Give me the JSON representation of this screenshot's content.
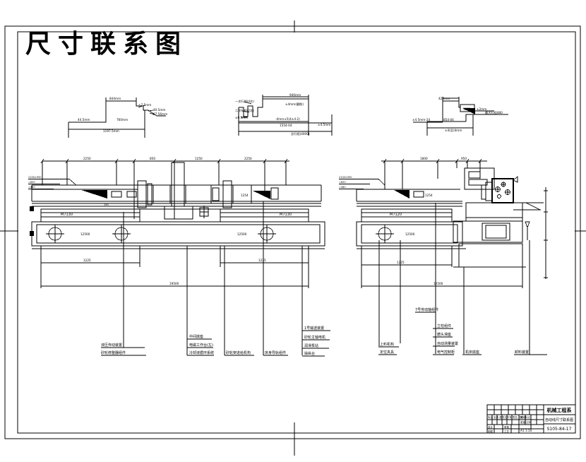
{
  "drawing": {
    "title": "尺寸联系图",
    "colors": {
      "title": "#e60000",
      "line": "#000000",
      "background": "#ffffff"
    },
    "profiles": {
      "left": {
        "dim_top": "844mm",
        "dim_step1": "±7.5mm",
        "dim_step2": "40.5mm",
        "dim_step3": "87.56mm",
        "dim_left": "44.5mm",
        "dim_mid": "760mm",
        "dim_bottom": "1197.5mm"
      },
      "middle": {
        "leader1": "一次行程(4次)",
        "leader2": "二次行程(2次)",
        "leader3": "±0.5mm",
        "dim_top": "940mm",
        "dim_note": "±4mm(磨削)",
        "dim_inner": "-4mm±5(4±4-2)",
        "dim_a": "1554-04",
        "dim_b": "±4.5mm",
        "dim_bottom": "总行程(4000)"
      },
      "right": {
        "dim_top": "420mm",
        "dim_box": "1250",
        "dim_r1": "±2mm",
        "dim_r2": "最大行程480",
        "dim_left": "±4.5mm-24",
        "dim_mid": "854-04",
        "dim_bottom": "±4(总)4mm"
      }
    },
    "top_dims": {
      "left_group": [
        "2250",
        "850",
        "1250",
        "2250"
      ],
      "right_group": [
        "1800",
        "950"
      ]
    },
    "machines": {
      "left": {
        "notes": [
          "2100×950",
          "=650",
          "=480"
        ],
        "bed1_label": "M7130",
        "bed2_label": "M7130",
        "base1_label": "12500",
        "base2_label": "12500",
        "wedge_label": "1254",
        "rail_dim": "150",
        "dim_under_left": "1225",
        "dim_under_right": "1225",
        "dim_under_long": "19500"
      },
      "right": {
        "notes": [
          "2100×950",
          "=650",
          "=480"
        ],
        "bed_label": "M7120",
        "base_label": "12500",
        "wedge_label": "1254",
        "dim_under": "1225",
        "dim_under_long": "12500"
      }
    },
    "callouts": {
      "left": [
        {
          "lines": [
            "液压传动装置",
            "砂轮修整器组件"
          ]
        },
        {
          "lines": [
            "中间底座",
            "电磁工作台(左)",
            "冷却液循环系统"
          ]
        },
        {
          "lines": [
            "砂轮架进给机构"
          ]
        },
        {
          "lines": [
            "床身导轨组件"
          ]
        },
        {
          "lines": [
            "1号输送装置",
            "砂轮主轴电机",
            "润滑泵站",
            "操纵台"
          ]
        }
      ],
      "right": [
        {
          "lines": [
            "上料机构",
            "定位夹具"
          ]
        },
        {
          "lines": [
            "7号传动轴组件"
          ]
        },
        {
          "lines": [
            "立柱组件",
            "磨头滑座",
            "自动测量装置",
            "电气控制柜"
          ]
        },
        {
          "lines": [
            "机床底座"
          ]
        },
        {
          "lines": [
            "卸料装置"
          ]
        }
      ]
    },
    "title_block": {
      "org": "机械工程系",
      "drawing_title": "自动线尺寸联系图",
      "drawing_no": "S105-84-17",
      "header_row": "标记 处数 更改文件号 签名 日期",
      "stage_label": "阶段标记",
      "scale_label": "重量 比例",
      "sheet_label": "A1  1:10",
      "cell_design": "设计",
      "cell_check": "审核",
      "cell_draft": "制图",
      "cell_process": "工艺"
    }
  }
}
